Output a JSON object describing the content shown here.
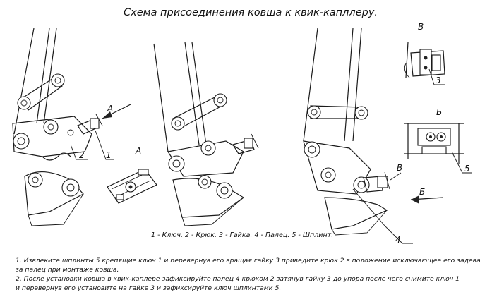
{
  "title": "Схема присоединения ковша к квик-капллеру.",
  "callouts": {
    "a_arrow": "A",
    "a_view": "A",
    "b_arrow": "Б",
    "b_view": "Б",
    "v_callout": "В",
    "v_view": "В",
    "n1": "1",
    "n2": "2",
    "n3": "3",
    "n4": "4",
    "n5": "5"
  },
  "legend": "1 - Ключ. 2 - Крюк. 3 - Гайка. 4 - Палец. 5 - Шплинт.",
  "notes": {
    "line1": "1. Извлеките шплинты 5 крепящие ключ 1 и перевернув его вращая  гайку 3 приведите крюк 2 в положение исключающее его задевание",
    "line2": "за палец при монтаже ковша.",
    "line3": "2. После установки ковша в квик-каплере зафиксируйте палец 4  крюком 2 затянув гайку 3 до упора после чего снимите ключ 1",
    "line4": "и перевернув его установите на гайке 3 и зафиксируйте ключ   шплинтами 5."
  }
}
